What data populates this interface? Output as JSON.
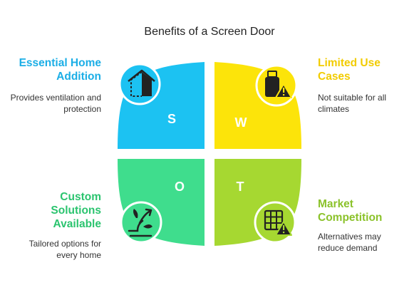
{
  "title": "Benefits of a Screen Door",
  "colors": {
    "S": "#1cc2f2",
    "W": "#fce40a",
    "O": "#3fdd8d",
    "T": "#a6d831",
    "S_text": "#1baee6",
    "W_text": "#f2cc00",
    "O_text": "#2bc46f",
    "T_text": "#8bc22a"
  },
  "quadrants": {
    "S": {
      "letter": "S",
      "icon": "house-icon",
      "heading": "Essential Home Addition",
      "description": "Provides ventilation and protection"
    },
    "W": {
      "letter": "W",
      "icon": "usb-drive-warning-icon",
      "heading": "Limited Use Cases",
      "description": "Not suitable for all climates"
    },
    "O": {
      "letter": "O",
      "icon": "growth-sprout-icon",
      "heading": "Custom Solutions Available",
      "description": "Tailored options for every home"
    },
    "T": {
      "letter": "T",
      "icon": "grid-warning-icon",
      "heading": "Market Competition",
      "description": "Alternatives may reduce demand"
    }
  }
}
